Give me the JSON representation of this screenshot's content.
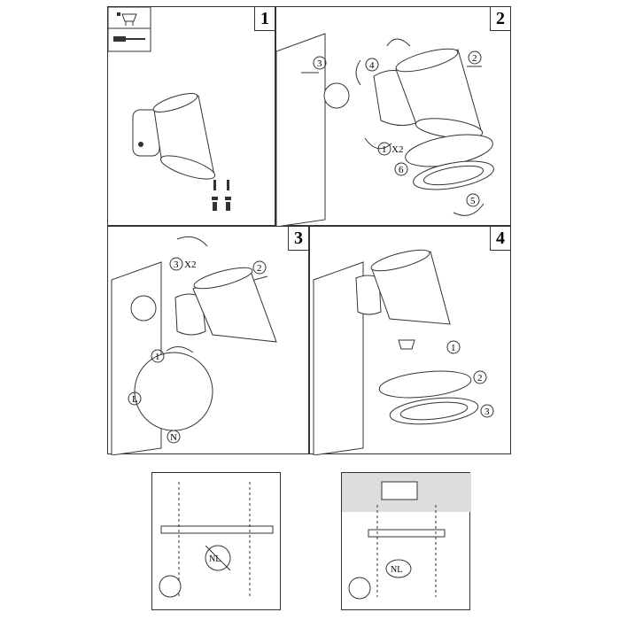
{
  "panels": [
    {
      "number": "1"
    },
    {
      "number": "2",
      "callouts": [
        "2",
        "3",
        "4",
        "1",
        "6",
        "5"
      ],
      "x2": "X2"
    },
    {
      "number": "3",
      "callouts": [
        "3",
        "2",
        "1"
      ],
      "x2": "X2",
      "wires": [
        "L",
        "N"
      ]
    },
    {
      "number": "4",
      "callouts": [
        "1",
        "2",
        "3"
      ]
    }
  ],
  "extra_panels": [
    {
      "badge": "NL"
    },
    {
      "badge": "NL"
    }
  ]
}
